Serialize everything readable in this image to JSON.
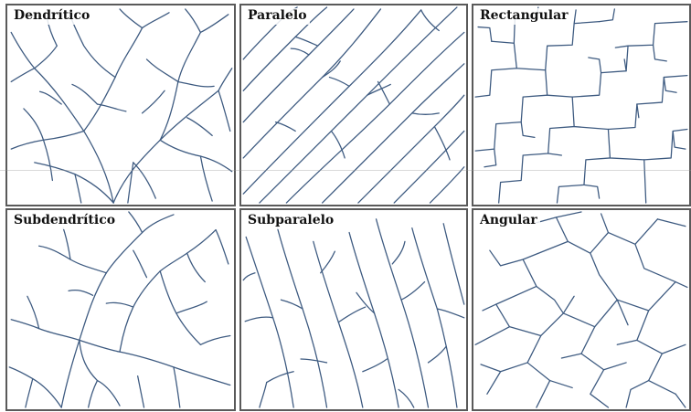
{
  "style": {
    "stream_color": "#3d5a80",
    "border_color": "#5a5a5a"
  },
  "panels": [
    {
      "id": "dendritico",
      "label": "Dendrítico"
    },
    {
      "id": "paralelo",
      "label": "Paralelo"
    },
    {
      "id": "rectangular",
      "label": "Rectangular"
    },
    {
      "id": "subdendritico",
      "label": "Subdendrítico"
    },
    {
      "id": "subparalelo",
      "label": "Subparalelo"
    },
    {
      "id": "angular",
      "label": "Angular"
    }
  ]
}
